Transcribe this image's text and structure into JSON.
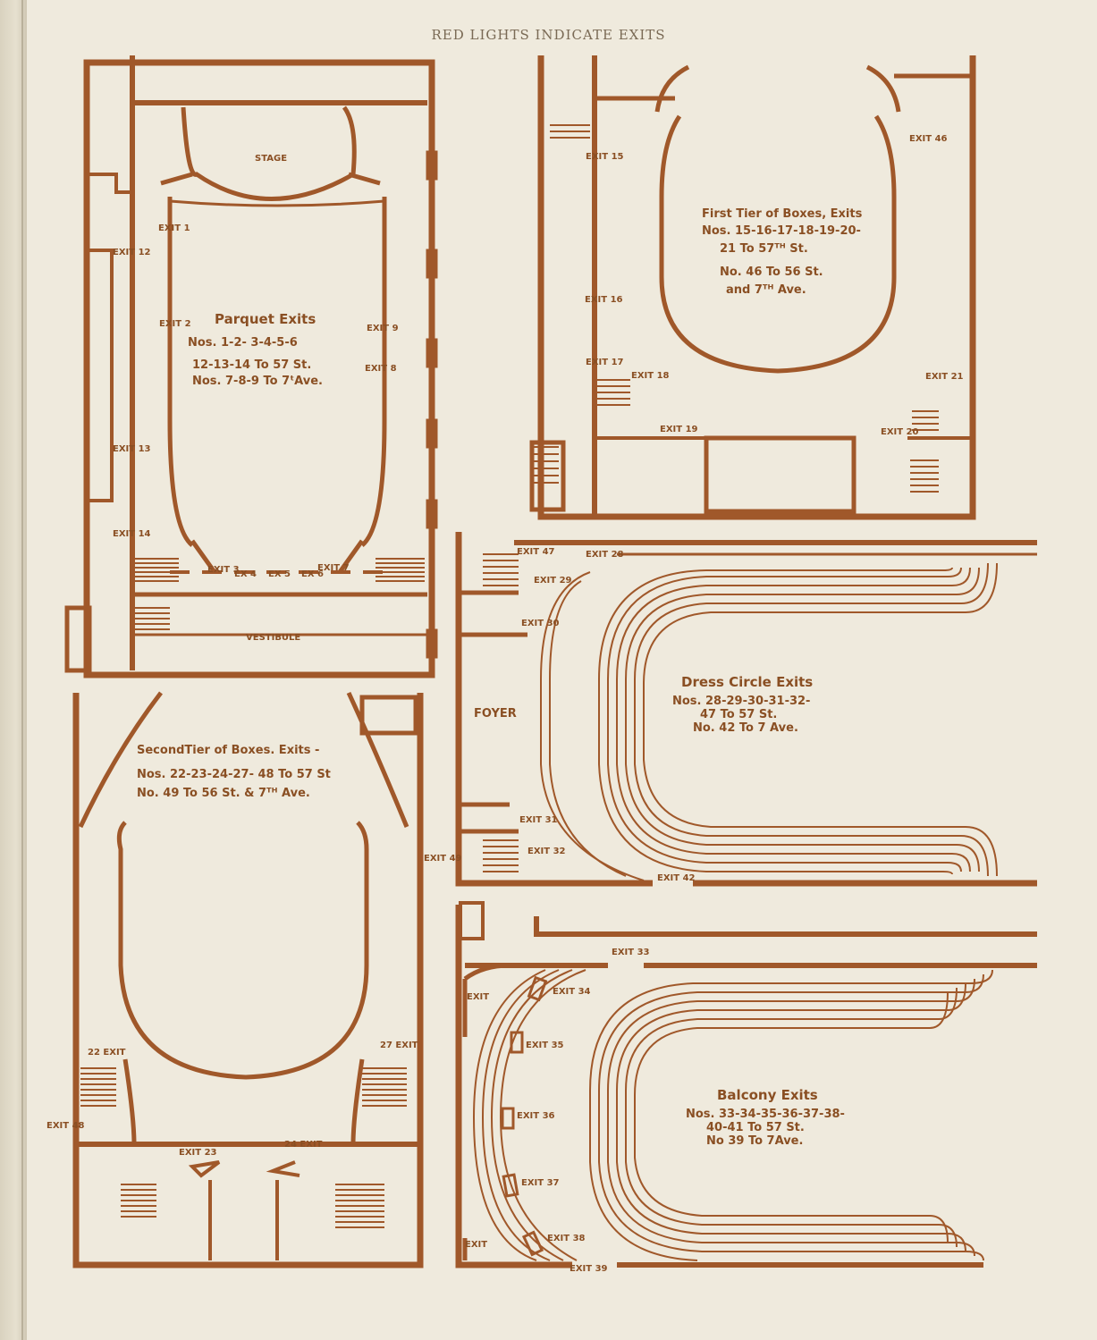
{
  "header": "RED LIGHTS INDICATE EXITS",
  "colors": {
    "ink": "#a0582a",
    "paper": "#efeadd"
  },
  "parquet": {
    "stage": "STAGE",
    "vestibule": "VESTIBULE",
    "title": "Parquet Exits",
    "line1": "Nos. 1-2- 3-4-5-6",
    "line2": "12-13-14 To 57 St.",
    "line3": "Nos. 7-8-9 To 7ᵗAve.",
    "exits": [
      "EXIT 1",
      "EXIT 2",
      "EXIT 12",
      "EXIT 13",
      "EXIT 14",
      "EXIT 9",
      "EXIT 8",
      "EXIT 3",
      "EX 4",
      "EX 5",
      "EX 6",
      "EXIT 7"
    ]
  },
  "first_tier": {
    "title": "First Tier of Boxes, Exits",
    "line1": "Nos. 15-16-17-18-19-20-",
    "line2": "21 To 57ᵀᴴ St.",
    "line3": "No. 46 To 56 St.",
    "line4": "and 7ᵀᴴ Ave.",
    "exits": [
      "EXIT 15",
      "EXIT 16",
      "EXIT 17",
      "EXIT 18",
      "EXIT 19",
      "EXIT 20",
      "EXIT 21",
      "EXIT 46"
    ]
  },
  "second_tier": {
    "title": "SecondTier of Boxes. Exits -",
    "line1": "Nos. 22-23-24-27- 48 To 57 St",
    "line2": "No. 49 To 56 St. & 7ᵀᴴ Ave.",
    "exits": [
      "22 EXIT",
      "27 EXIT",
      "EXIT 48",
      "EXIT 23",
      "24 EXIT",
      "EXIT 49"
    ]
  },
  "dress_circle": {
    "foyer": "FOYER",
    "title": "Dress Circle Exits",
    "line1": "Nos. 28-29-30-31-32-",
    "line2": "47 To 57 St.",
    "line3": "No. 42 To 7 Ave.",
    "exits": [
      "EXIT 47",
      "EXIT 28",
      "EXIT 29",
      "EXIT 30",
      "EXIT 31",
      "EXIT 32",
      "EXIT 42"
    ]
  },
  "balcony": {
    "title": "Balcony Exits",
    "line1": "Nos. 33-34-35-36-37-38-",
    "line2": "40-41 To 57 St.",
    "line3": "No 39 To 7Ave.",
    "exits": [
      "EXIT 33",
      "EXIT",
      "EXIT 34",
      "EXIT 35",
      "EXIT 36",
      "EXIT 37",
      "EXIT 38",
      "EXIT",
      "EXIT 39"
    ]
  }
}
